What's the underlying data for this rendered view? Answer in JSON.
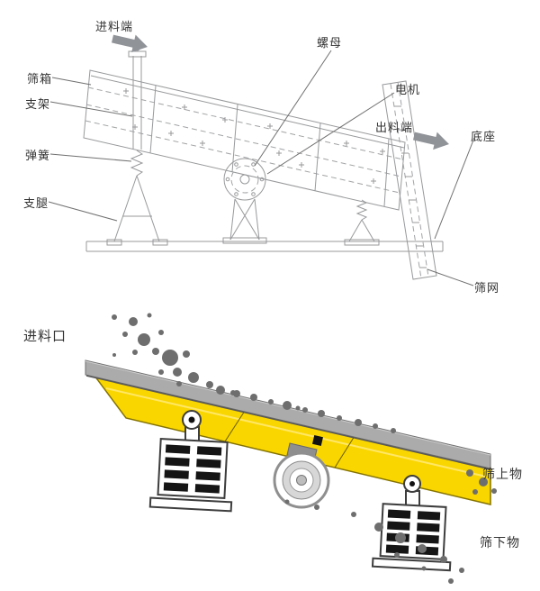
{
  "diagram": {
    "type": "vibrating-screen-structure-and-working-principle",
    "top": {
      "labels": {
        "feed_end": "进料端",
        "screen_box": "筛箱",
        "support_frame": "支架",
        "spring": "弹簧",
        "support_leg": "支腿",
        "nut": "螺母",
        "motor": "电机",
        "discharge_end": "出料端",
        "base": "底座",
        "screen_mesh": "筛网"
      },
      "colors": {
        "drawing_line": "#98999b",
        "leader_line": "#707070",
        "label_text": "#333333",
        "arrow_gray": "#909398"
      }
    },
    "bottom": {
      "labels": {
        "feed_inlet": "进料口",
        "oversize": "筛上物",
        "undersize": "筛下物"
      },
      "colors": {
        "deck_yellow": "#f9d600",
        "deck_outline": "#857300",
        "material_gray": "#ababab",
        "particle_gray": "#6e6e6e"
      },
      "particles": [
        [
          127,
          352,
          3
        ],
        [
          148,
          357,
          5
        ],
        [
          166,
          350,
          2.5
        ],
        [
          139,
          371,
          3
        ],
        [
          160,
          377,
          7
        ],
        [
          179,
          369,
          3
        ],
        [
          150,
          391,
          3
        ],
        [
          173,
          390,
          4
        ],
        [
          189,
          397,
          9
        ],
        [
          207,
          393,
          4
        ],
        [
          127,
          394,
          2
        ],
        [
          179,
          413,
          3
        ],
        [
          197,
          413,
          5
        ],
        [
          215,
          419,
          6
        ],
        [
          233,
          427,
          4
        ],
        [
          199,
          426,
          3
        ],
        [
          245,
          433,
          5
        ],
        [
          263,
          437,
          4
        ],
        [
          282,
          441,
          4
        ],
        [
          301,
          446,
          3
        ],
        [
          319,
          450,
          5
        ],
        [
          339,
          455,
          3
        ],
        [
          357,
          459,
          4
        ],
        [
          377,
          464,
          3
        ],
        [
          398,
          469,
          4
        ],
        [
          417,
          473,
          3
        ],
        [
          437,
          478,
          3
        ],
        [
          259,
          436,
          3
        ],
        [
          331,
          453,
          2.5
        ],
        [
          522,
          525,
          4
        ],
        [
          537,
          535,
          5
        ],
        [
          549,
          545,
          3
        ],
        [
          528,
          546,
          3
        ],
        [
          319,
          557,
          2.5
        ],
        [
          352,
          563,
          3
        ],
        [
          393,
          571,
          3
        ],
        [
          421,
          585,
          5
        ],
        [
          445,
          597,
          6
        ],
        [
          469,
          609,
          5
        ],
        [
          493,
          621,
          4
        ],
        [
          513,
          633,
          3
        ],
        [
          471,
          631,
          2.5
        ],
        [
          441,
          616,
          3
        ],
        [
          501,
          645,
          3
        ]
      ]
    }
  }
}
